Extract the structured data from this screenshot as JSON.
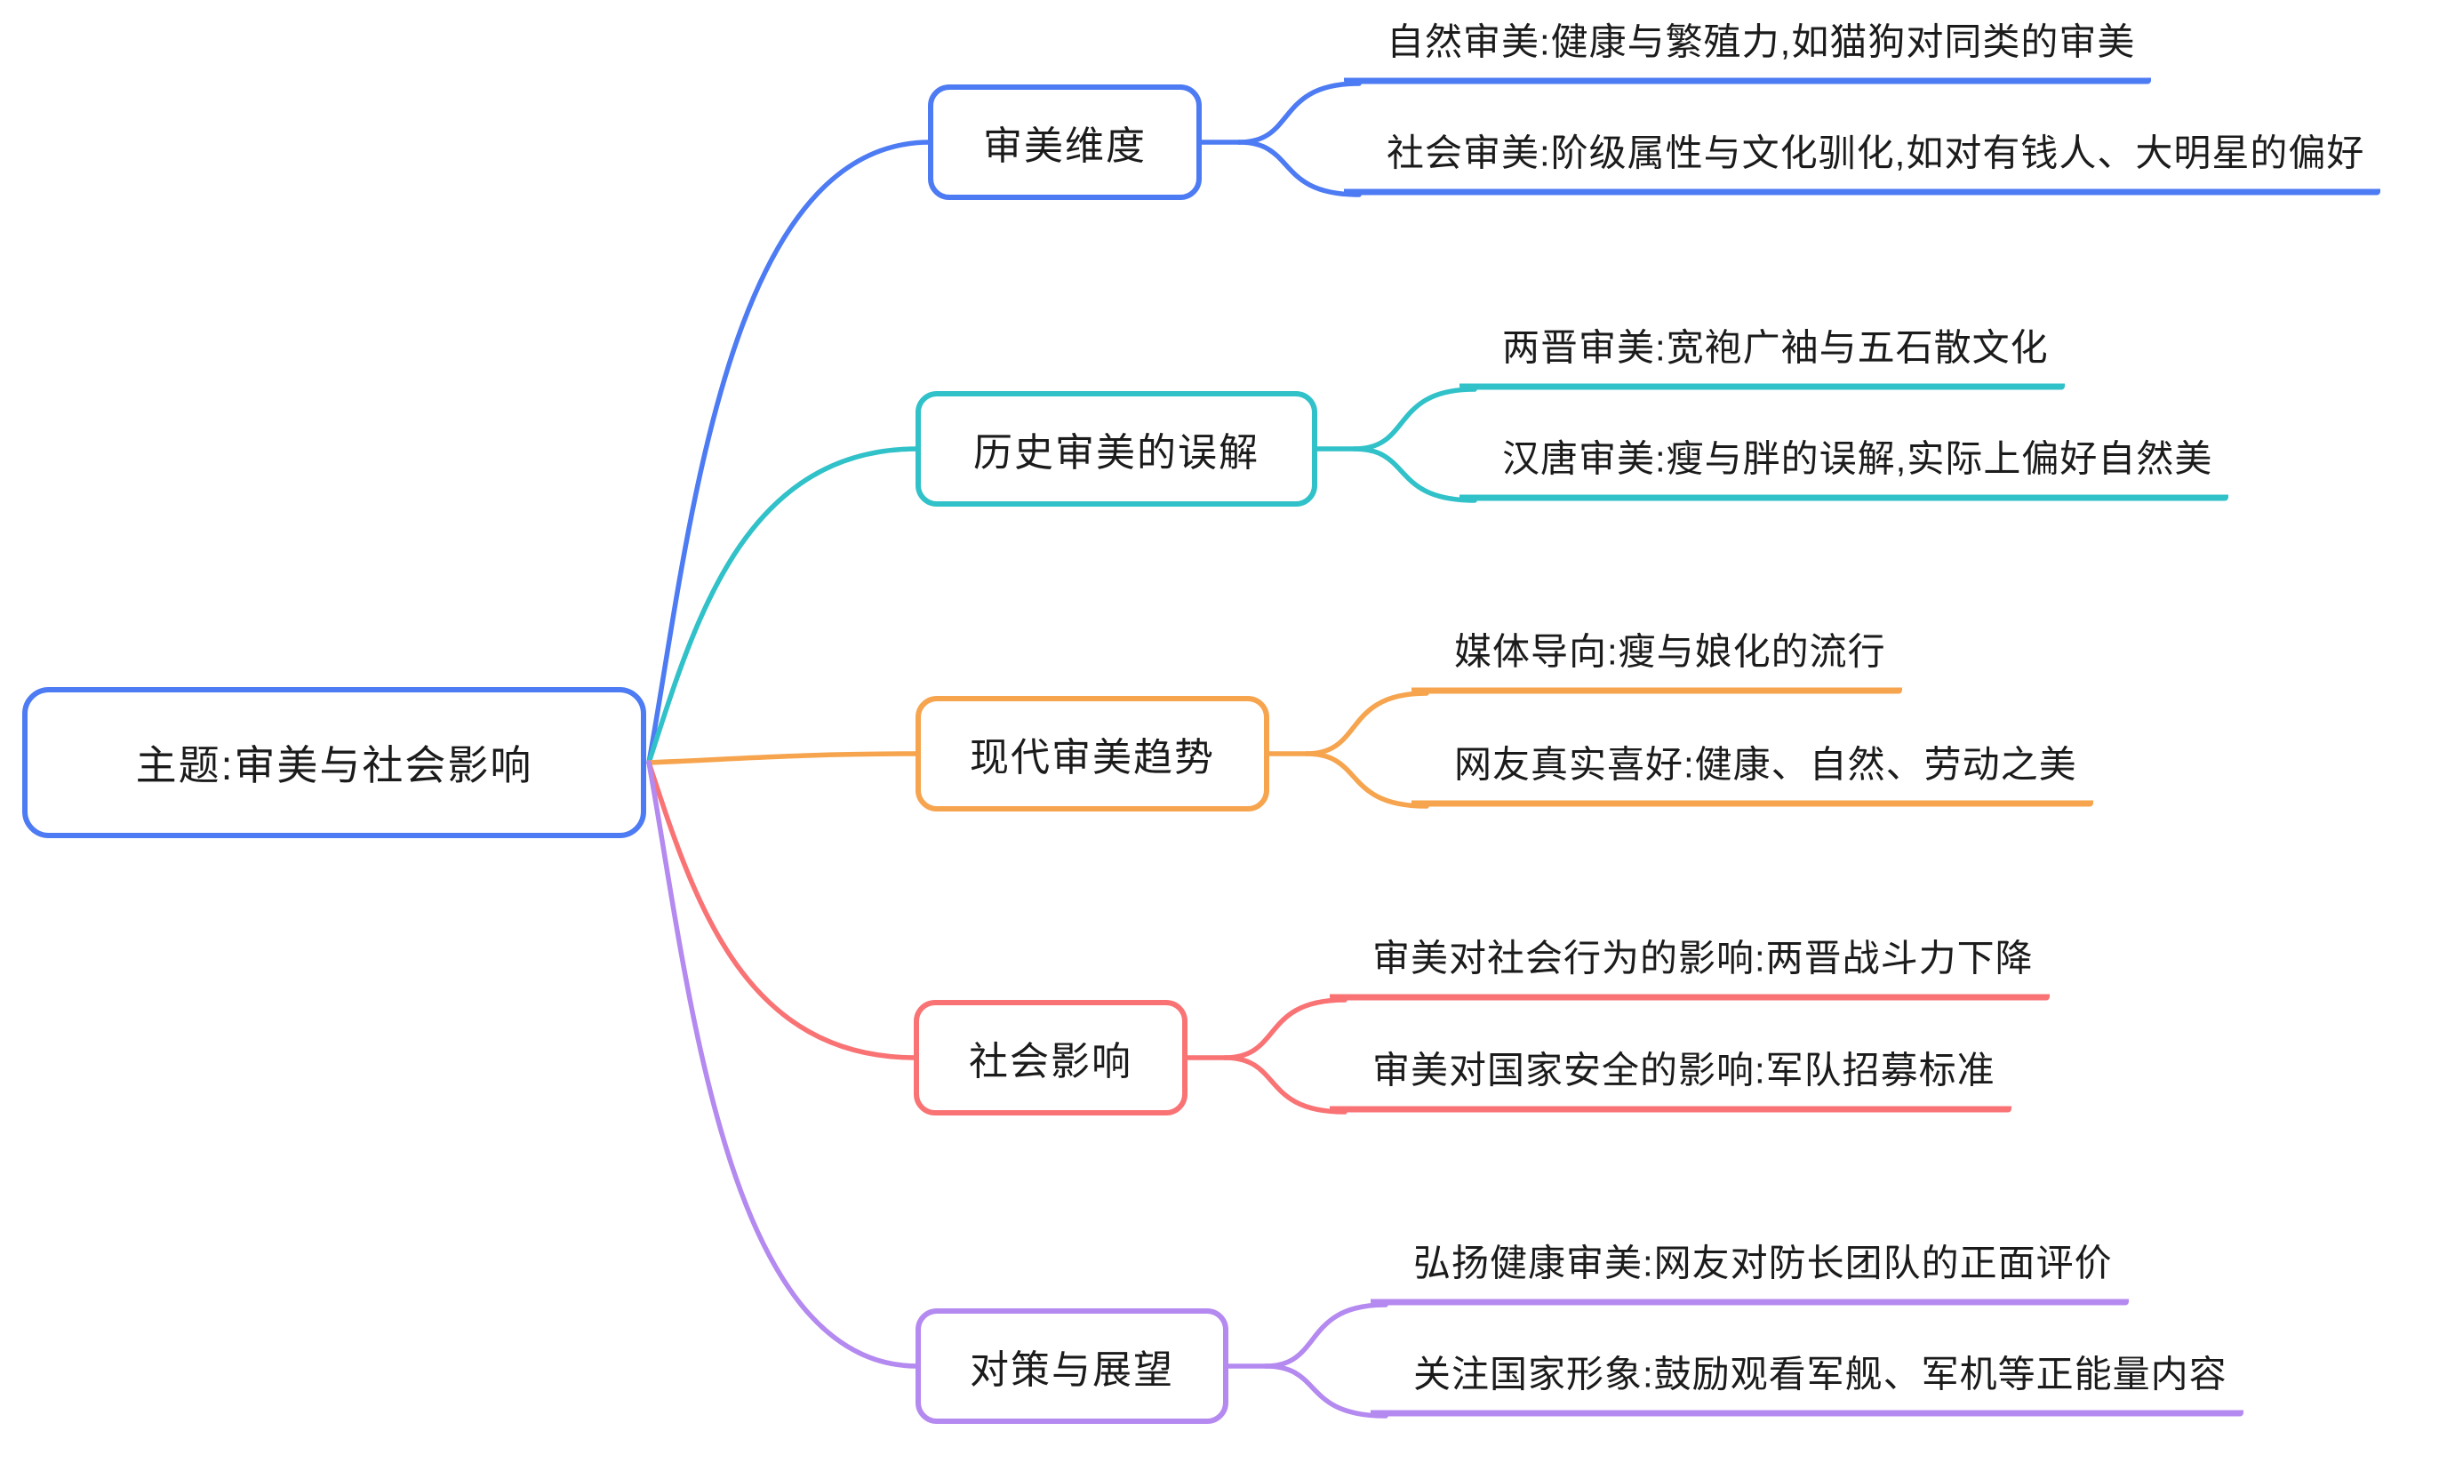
{
  "canvas": {
    "background": "#FFFFFF",
    "text_color": "#1B1B1B"
  },
  "root": {
    "label": "主题:审美与社会影响",
    "color": "#4D7BF3"
  },
  "branches": [
    {
      "label": "审美维度",
      "color": "#4D7BF3",
      "children": [
        "自然审美:健康与繁殖力,如猫狗对同类的审美",
        "社会审美:阶级属性与文化驯化,如对有钱人、大明星的偏好"
      ]
    },
    {
      "label": "历史审美的误解",
      "color": "#30C1C9",
      "children": [
        "两晋审美:宽袍广袖与五石散文化",
        "汉唐审美:瘦与胖的误解,实际上偏好自然美"
      ]
    },
    {
      "label": "现代审美趋势",
      "color": "#F6A44E",
      "children": [
        "媒体导向:瘦与娘化的流行",
        "网友真实喜好:健康、自然、劳动之美"
      ]
    },
    {
      "label": "社会影响",
      "color": "#F97375",
      "children": [
        "审美对社会行为的影响:两晋战斗力下降",
        "审美对国家安全的影响:军队招募标准"
      ]
    },
    {
      "label": "对策与展望",
      "color": "#B489F0",
      "children": [
        "弘扬健康审美:网友对防长团队的正面评价",
        "关注国家形象:鼓励观看军舰、军机等正能量内容"
      ]
    }
  ]
}
